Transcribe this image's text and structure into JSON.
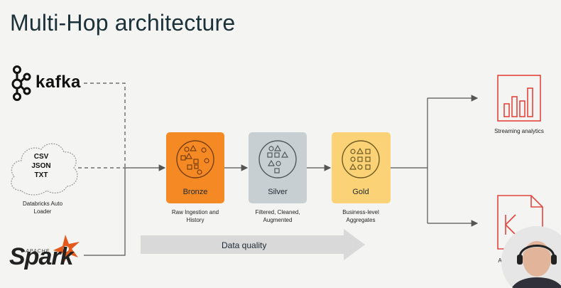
{
  "title": "Multi-Hop architecture",
  "sources": {
    "kafka": "kafka",
    "cloud_lines": [
      "CSV",
      "JSON",
      "TXT"
    ],
    "autoloader_line1": "Databricks Auto",
    "autoloader_line2": "Loader",
    "spark_small": "APACHE",
    "spark_word": "Spark"
  },
  "stages": [
    {
      "name": "Bronze",
      "color": "#f58a25",
      "caption1": "Raw Ingestion and",
      "caption2": "History"
    },
    {
      "name": "Silver",
      "color": "#c7cfd2",
      "caption1": "Filtered, Cleaned,",
      "caption2": "Augmented"
    },
    {
      "name": "Gold",
      "color": "#fbd276",
      "caption1": "Business-level",
      "caption2": "Aggregates"
    }
  ],
  "data_quality": "Data quality",
  "outputs": {
    "streaming": "Streaming analytics",
    "ml_partial": "A"
  },
  "colors": {
    "accent_red": "#e2453c",
    "line": "#555555"
  }
}
